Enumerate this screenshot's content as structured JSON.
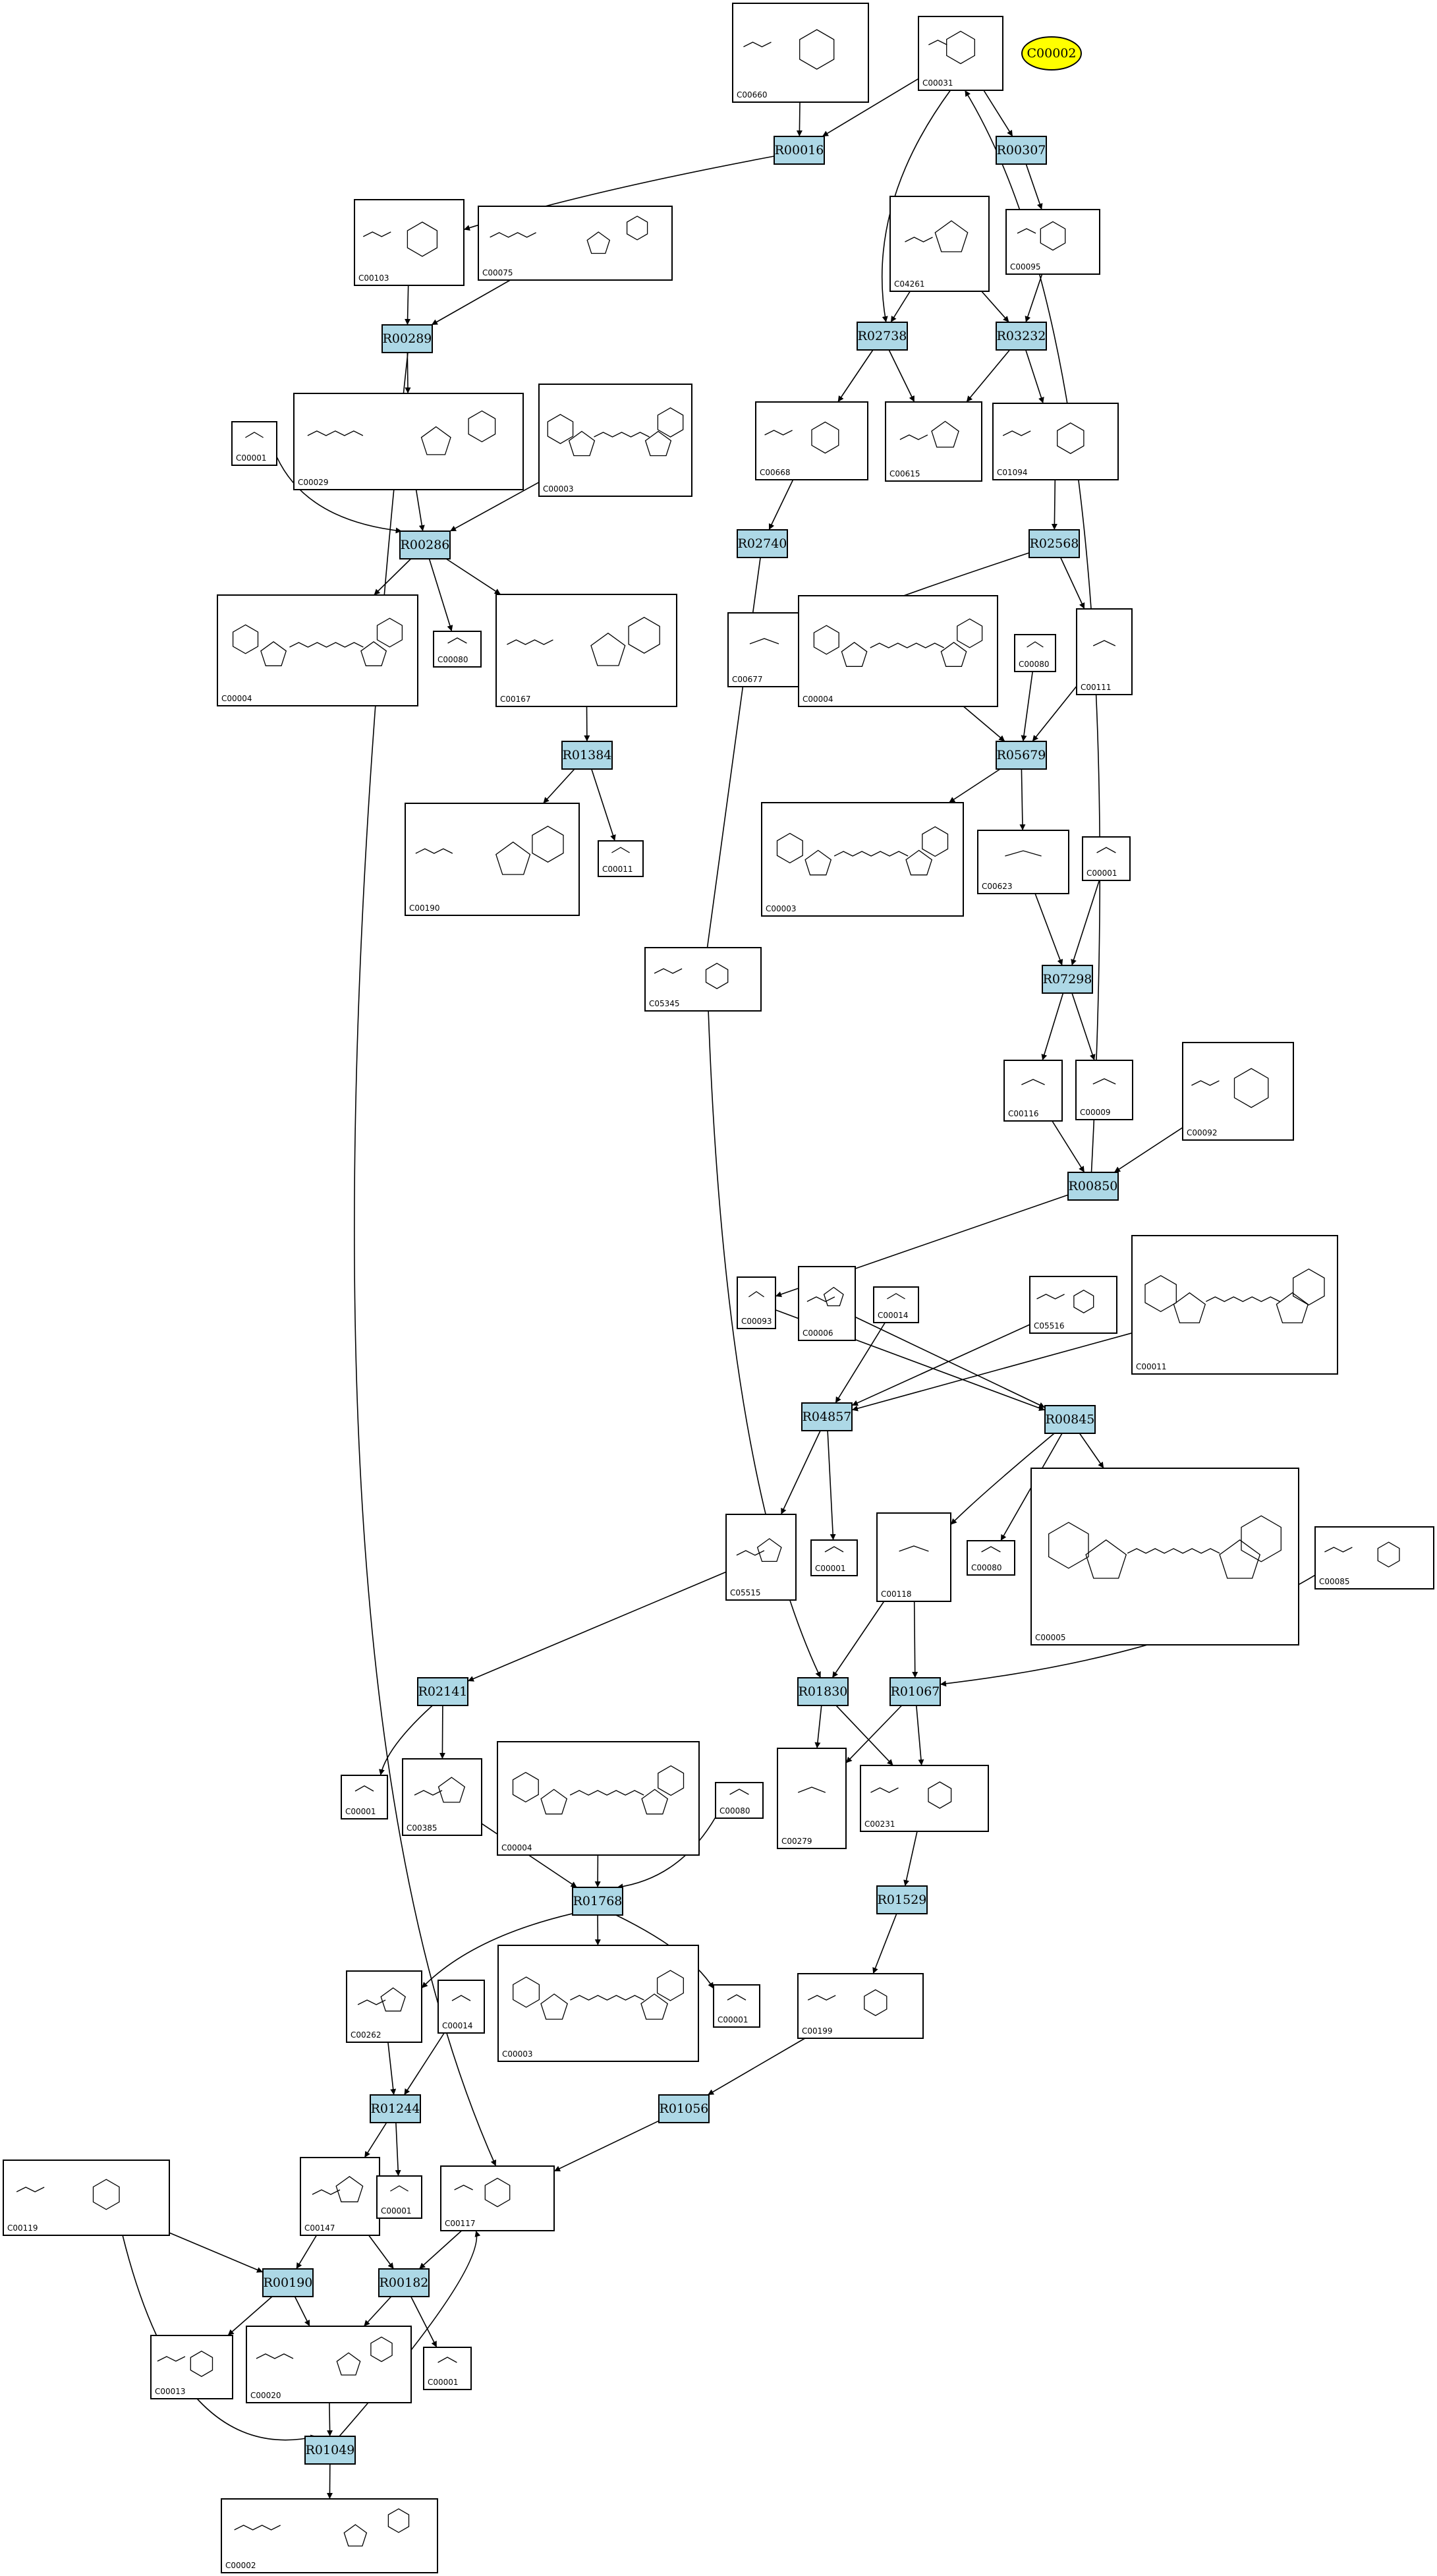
{
  "highlight": {
    "label": "C00002",
    "color": "#ffff00"
  },
  "reaction_color": "#add8e6",
  "reactions": [
    "R00016",
    "R00307",
    "R00289",
    "R02738",
    "R03232",
    "R00286",
    "R02740",
    "R02568",
    "R01384",
    "R05679",
    "R07298",
    "R00850",
    "R04857",
    "R00845",
    "R02141",
    "R01830",
    "R01067",
    "R01768",
    "R01529",
    "R01244",
    "R01056",
    "R00190",
    "R00182",
    "R01049"
  ],
  "compounds": [
    "C00660",
    "C00031",
    "C00103",
    "C00075",
    "C04261",
    "C00095",
    "C00029",
    "C00003",
    "C00001",
    "C00668",
    "C00615",
    "C01094",
    "C00004",
    "C00080",
    "C00167",
    "C00677",
    "C00004",
    "C00080",
    "C00111",
    "C00190",
    "C00011",
    "C00003",
    "C00623",
    "C00001",
    "C05345",
    "C00116",
    "C00009",
    "C00092",
    "C00093",
    "C00006",
    "C00014",
    "C05516",
    "C00011",
    "C05515",
    "C00001",
    "C00118",
    "C00080",
    "C00005",
    "C00085",
    "C00001",
    "C00385",
    "C00004",
    "C00080",
    "C00279",
    "C00231",
    "C00262",
    "C00014",
    "C00003",
    "C00001",
    "C00199",
    "C00147",
    "C00001",
    "C00119",
    "C00117",
    "C00013",
    "C00020",
    "C00001",
    "C00002"
  ]
}
